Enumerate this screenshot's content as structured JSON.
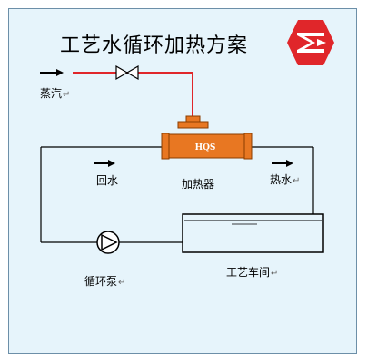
{
  "title": "工艺水循环加热方案",
  "heater_tag": "HQS",
  "labels": {
    "steam": "蒸汽",
    "return_water": "回水",
    "heater": "加热器",
    "hot_water": "热水",
    "workshop": "工艺车间",
    "pump": "循环泵",
    "return_mark": "↵"
  },
  "colors": {
    "background": "#e6f4fb",
    "steam_line": "#e0262a",
    "heater": "#e87722",
    "water_line": "#000000",
    "brand": "#e0262a"
  },
  "icons": [
    "brand-logo",
    "valve-icon",
    "pump-icon",
    "arrow-right-icon"
  ]
}
